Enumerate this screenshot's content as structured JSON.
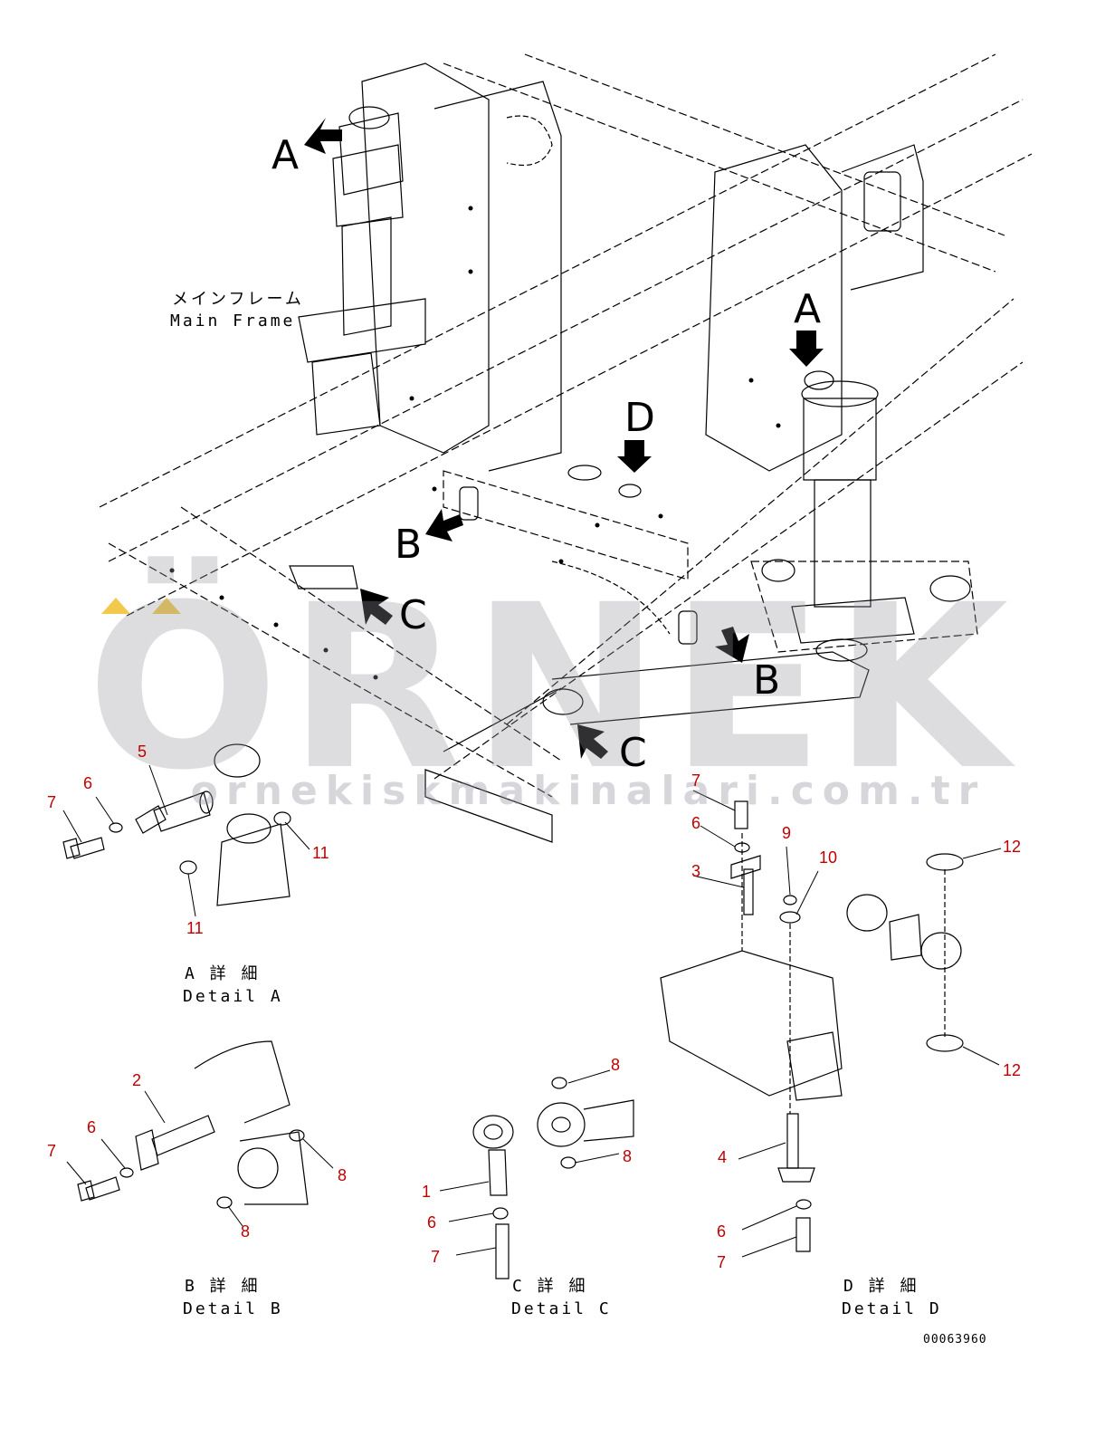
{
  "main_frame": {
    "jp": "メインフレーム",
    "en": "Main Frame"
  },
  "view_arrows": {
    "a1": "A",
    "a2": "A",
    "b1": "B",
    "b2": "B",
    "c1": "C",
    "c2": "C",
    "d": "D"
  },
  "details": {
    "a": {
      "jp": "A 詳 細",
      "en": "Detail A"
    },
    "b": {
      "jp": "B 詳 細",
      "en": "Detail B"
    },
    "c": {
      "jp": "C 詳 細",
      "en": "Detail C"
    },
    "d": {
      "jp": "D 詳 細",
      "en": "Detail D"
    }
  },
  "callouts": {
    "a": [
      "5",
      "6",
      "7",
      "11",
      "11"
    ],
    "b": [
      "2",
      "6",
      "7",
      "8",
      "8"
    ],
    "c": [
      "8",
      "8",
      "1",
      "6",
      "7"
    ],
    "d": [
      "7",
      "6",
      "3",
      "9",
      "10",
      "12",
      "12",
      "4",
      "6",
      "7"
    ]
  },
  "watermark": {
    "brand": "ÖRNEK",
    "url": "ornekiskmakinalari.com.tr"
  },
  "drawing_code": "00063960",
  "colors": {
    "callout": "#c00000",
    "watermark": "#9696a0",
    "accent": "#f2c94c",
    "line": "#000000"
  }
}
